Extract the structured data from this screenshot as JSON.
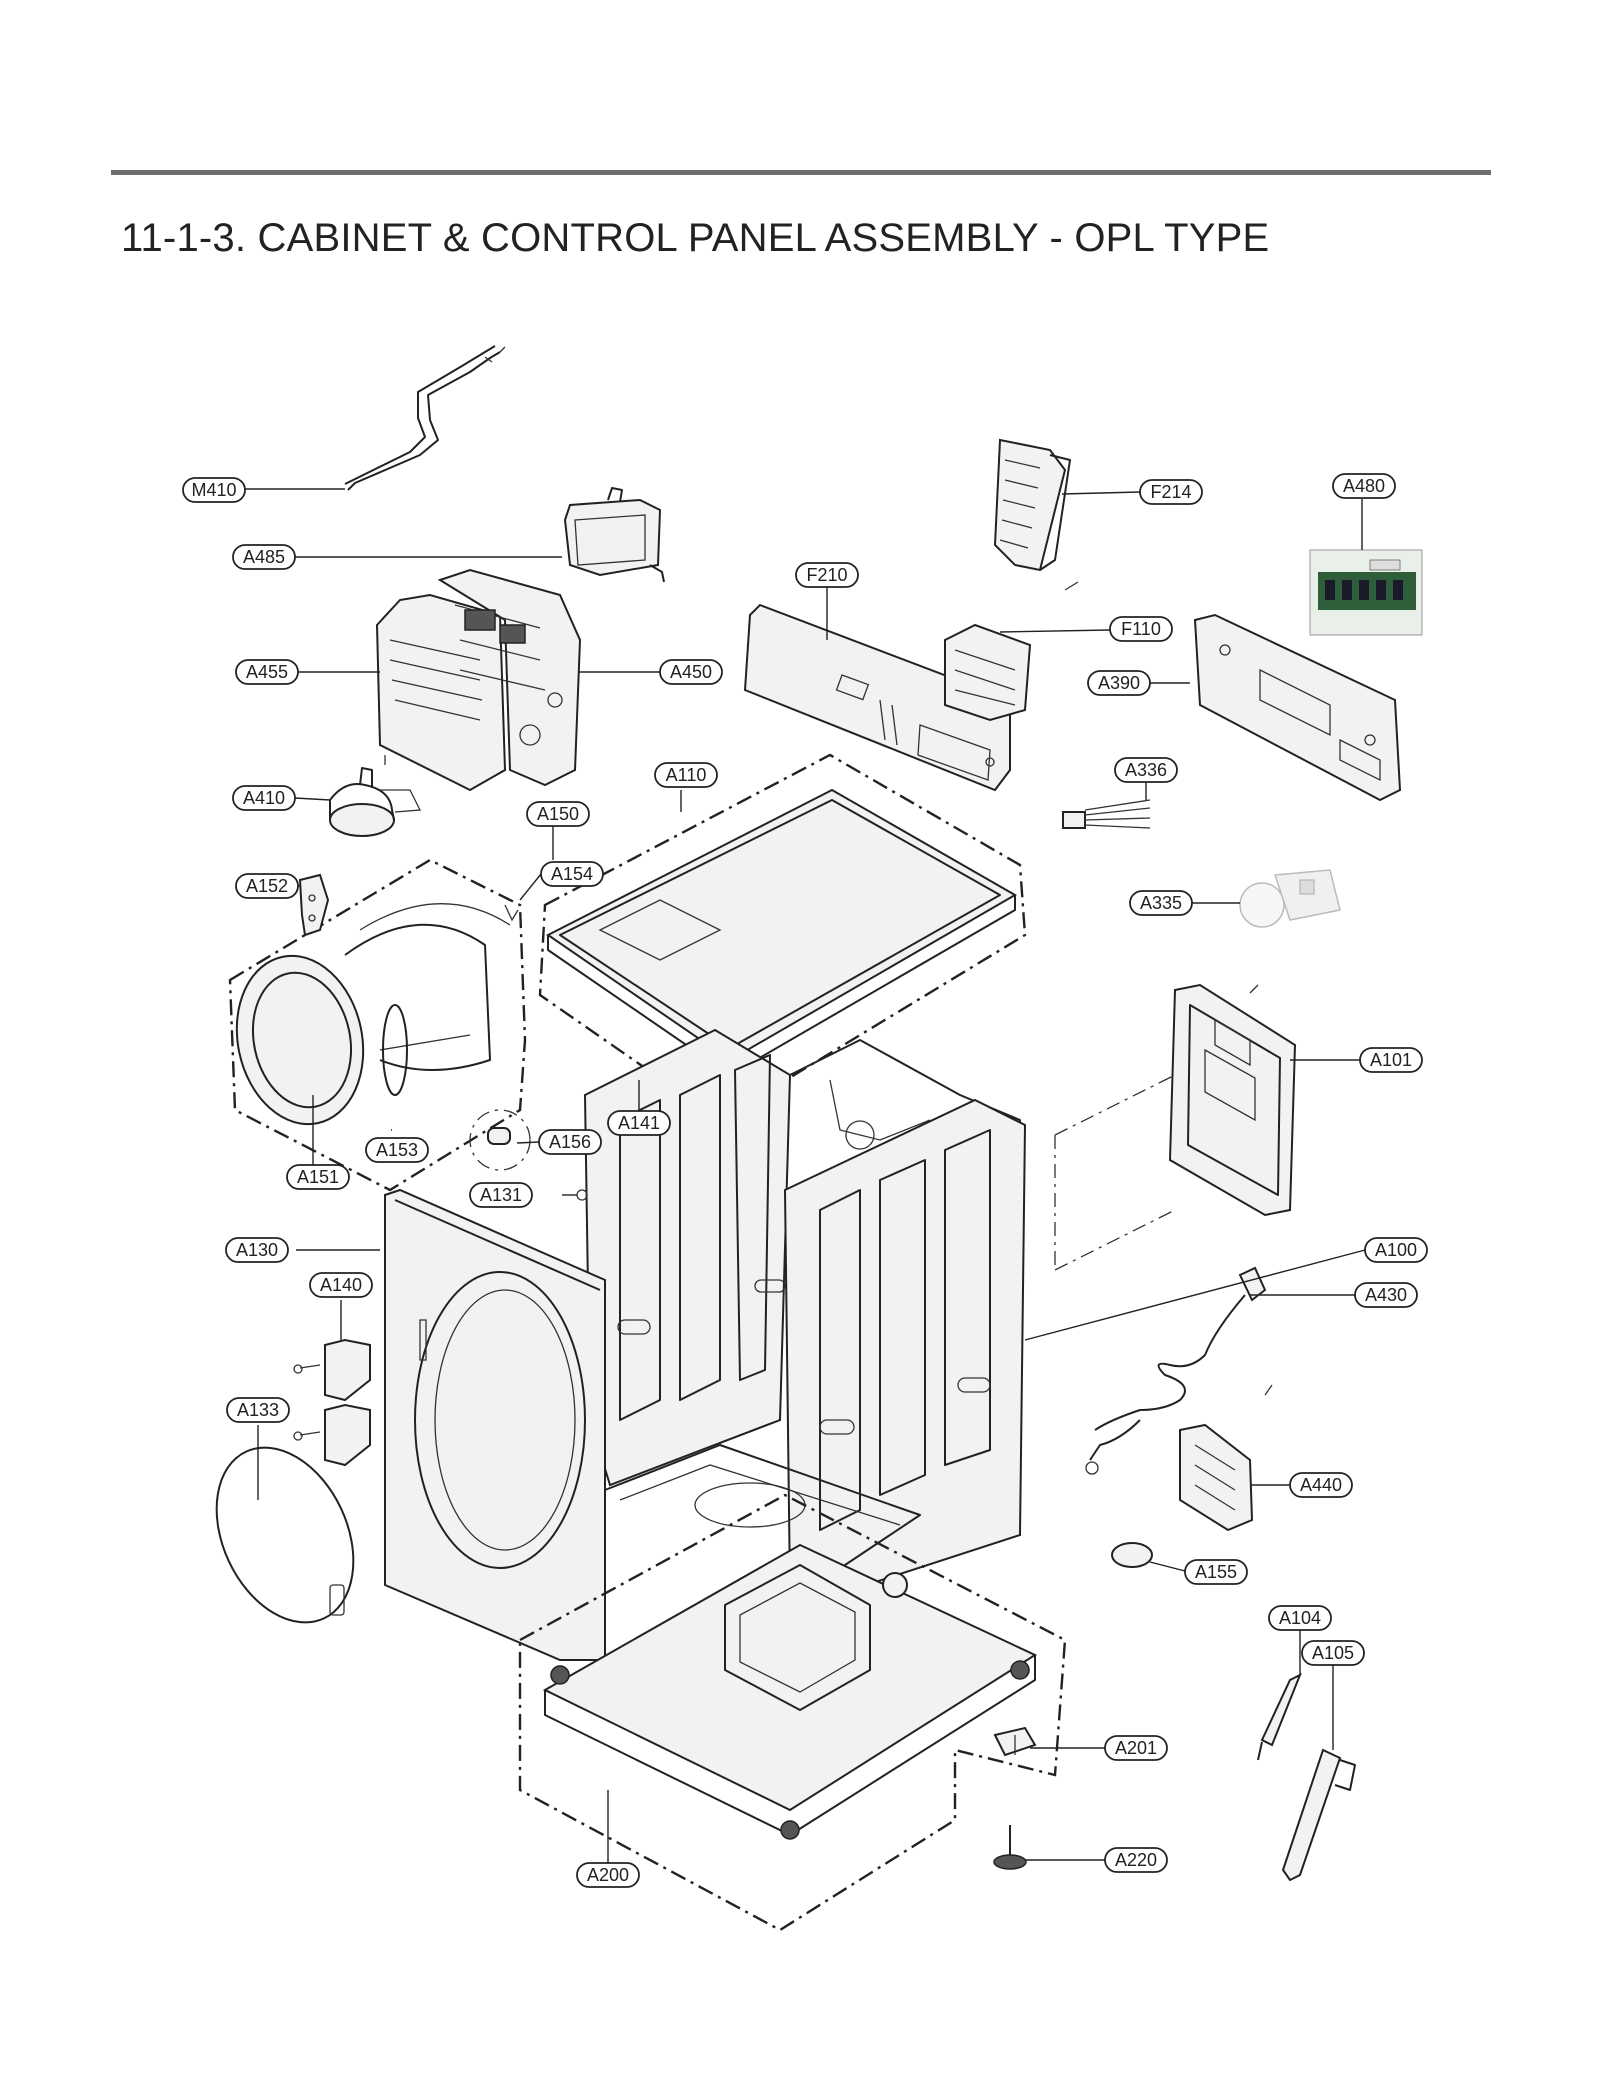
{
  "title": "11-1-3. CABINET & CONTROL PANEL ASSEMBLY - OPL TYPE",
  "callouts": [
    {
      "id": "M410",
      "label": "M410"
    },
    {
      "id": "A485",
      "label": "A485"
    },
    {
      "id": "A455",
      "label": "A455"
    },
    {
      "id": "A450",
      "label": "A450"
    },
    {
      "id": "A410",
      "label": "A410"
    },
    {
      "id": "A150",
      "label": "A150"
    },
    {
      "id": "A152",
      "label": "A152"
    },
    {
      "id": "A154",
      "label": "A154"
    },
    {
      "id": "A156",
      "label": "A156"
    },
    {
      "id": "A153",
      "label": "A153"
    },
    {
      "id": "A151",
      "label": "A151"
    },
    {
      "id": "A141",
      "label": "A141"
    },
    {
      "id": "A110",
      "label": "A110"
    },
    {
      "id": "A131",
      "label": "A131"
    },
    {
      "id": "A130",
      "label": "A130"
    },
    {
      "id": "A140",
      "label": "A140"
    },
    {
      "id": "A133",
      "label": "A133"
    },
    {
      "id": "F210",
      "label": "F210"
    },
    {
      "id": "F214",
      "label": "F214"
    },
    {
      "id": "F110",
      "label": "F110"
    },
    {
      "id": "A480",
      "label": "A480"
    },
    {
      "id": "A390",
      "label": "A390"
    },
    {
      "id": "A336",
      "label": "A336"
    },
    {
      "id": "A335",
      "label": "A335"
    },
    {
      "id": "A101",
      "label": "A101"
    },
    {
      "id": "A100",
      "label": "A100"
    },
    {
      "id": "A430",
      "label": "A430"
    },
    {
      "id": "A440",
      "label": "A440"
    },
    {
      "id": "A155",
      "label": "A155"
    },
    {
      "id": "A104",
      "label": "A104"
    },
    {
      "id": "A105",
      "label": "A105"
    },
    {
      "id": "A201",
      "label": "A201"
    },
    {
      "id": "A220",
      "label": "A220"
    },
    {
      "id": "A200",
      "label": "A200"
    }
  ]
}
